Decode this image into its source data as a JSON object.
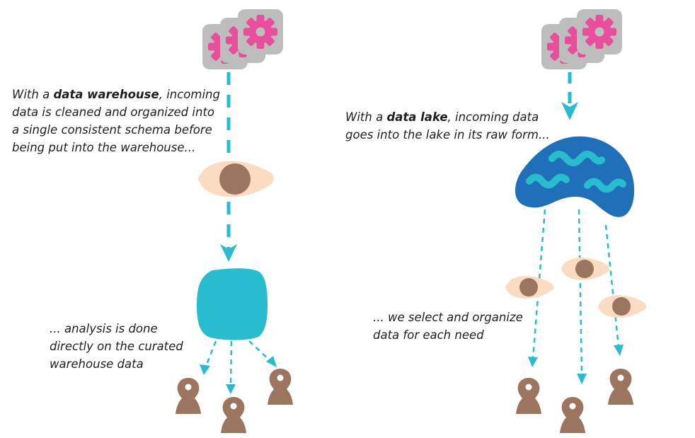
{
  "warehouse_panel": {
    "caption": {
      "pre": "With a ",
      "bold": "data warehouse",
      "post": ", incoming data is cleaned and organized into a single consistent schema before being put into the warehouse..."
    },
    "analysis_caption": "... analysis is done directly on the curated warehouse data"
  },
  "lake_panel": {
    "caption": {
      "pre": "With a ",
      "bold": "data lake",
      "post": ", incoming data goes into the lake in its raw form..."
    },
    "select_caption": "... we select and organize data for each need"
  },
  "icons": {
    "source": "gear-icon",
    "filter": "eye-shaped-filter-icon",
    "warehouse": "rounded-square-warehouse-icon",
    "lake": "lake-blob-icon",
    "consumer": "person-pin-icon"
  },
  "colors": {
    "gear_tile": "#bdbdbd",
    "gear": "#e84e9b",
    "arrow": "#29bccf",
    "filter_outer": "#fbdcc3",
    "filter_inner": "#9c7560",
    "warehouse": "#29bccf",
    "lake": "#1f70b8",
    "waves": "#29bccf",
    "consumer": "#9c7560"
  }
}
